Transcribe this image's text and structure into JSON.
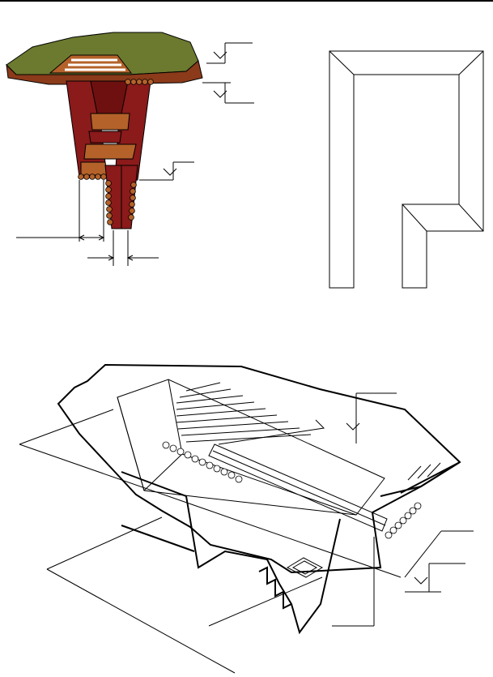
{
  "figure": {
    "panels": [
      {
        "name": "trench-section"
      },
      {
        "name": "frame-plan"
      },
      {
        "name": "isometric-excavation"
      }
    ]
  },
  "colors": {
    "terrain_top": "#6b7a2e",
    "soil_layer": "#8b3a1a",
    "trench_wall": "#8b1a1a",
    "timber": "#b4622a",
    "line": "#000000"
  }
}
